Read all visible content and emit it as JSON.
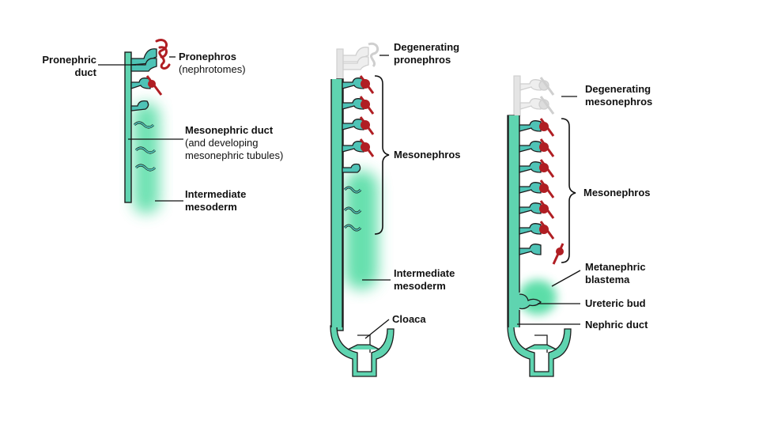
{
  "panel1": {
    "pronephric_duct": [
      "Pronephric",
      "duct"
    ],
    "pronephros": "Pronephros",
    "nephrotomes": "(nephrotomes)",
    "mesonephric_duct": "Mesonephric duct",
    "mesonephric_duct_sub": [
      "(and developing",
      "mesonephric tubules)"
    ],
    "intermediate_mesoderm": [
      "Intermediate",
      "mesoderm"
    ]
  },
  "panel2": {
    "degenerating_pronephros": [
      "Degenerating",
      "pronephros"
    ],
    "mesonephros": "Mesonephros",
    "intermediate_mesoderm": [
      "Intermediate",
      "mesoderm"
    ],
    "cloaca": "Cloaca"
  },
  "panel3": {
    "degenerating_mesonephros": [
      "Degenerating",
      "mesonephros"
    ],
    "mesonephros": "Mesonephros",
    "metanephric_blastema": [
      "Metanephric",
      "blastema"
    ],
    "ureteric_bud": "Ureteric bud",
    "nephric_duct": "Nephric duct"
  },
  "colors": {
    "duct_fill": "#5fd4b0",
    "duct_outline": "#1c1c1c",
    "tubule_fill": "#4ec3b6",
    "mesoderm": "#3fd89a",
    "glomerulus": "#b01e23",
    "degenerating": "#c8c8c8"
  }
}
